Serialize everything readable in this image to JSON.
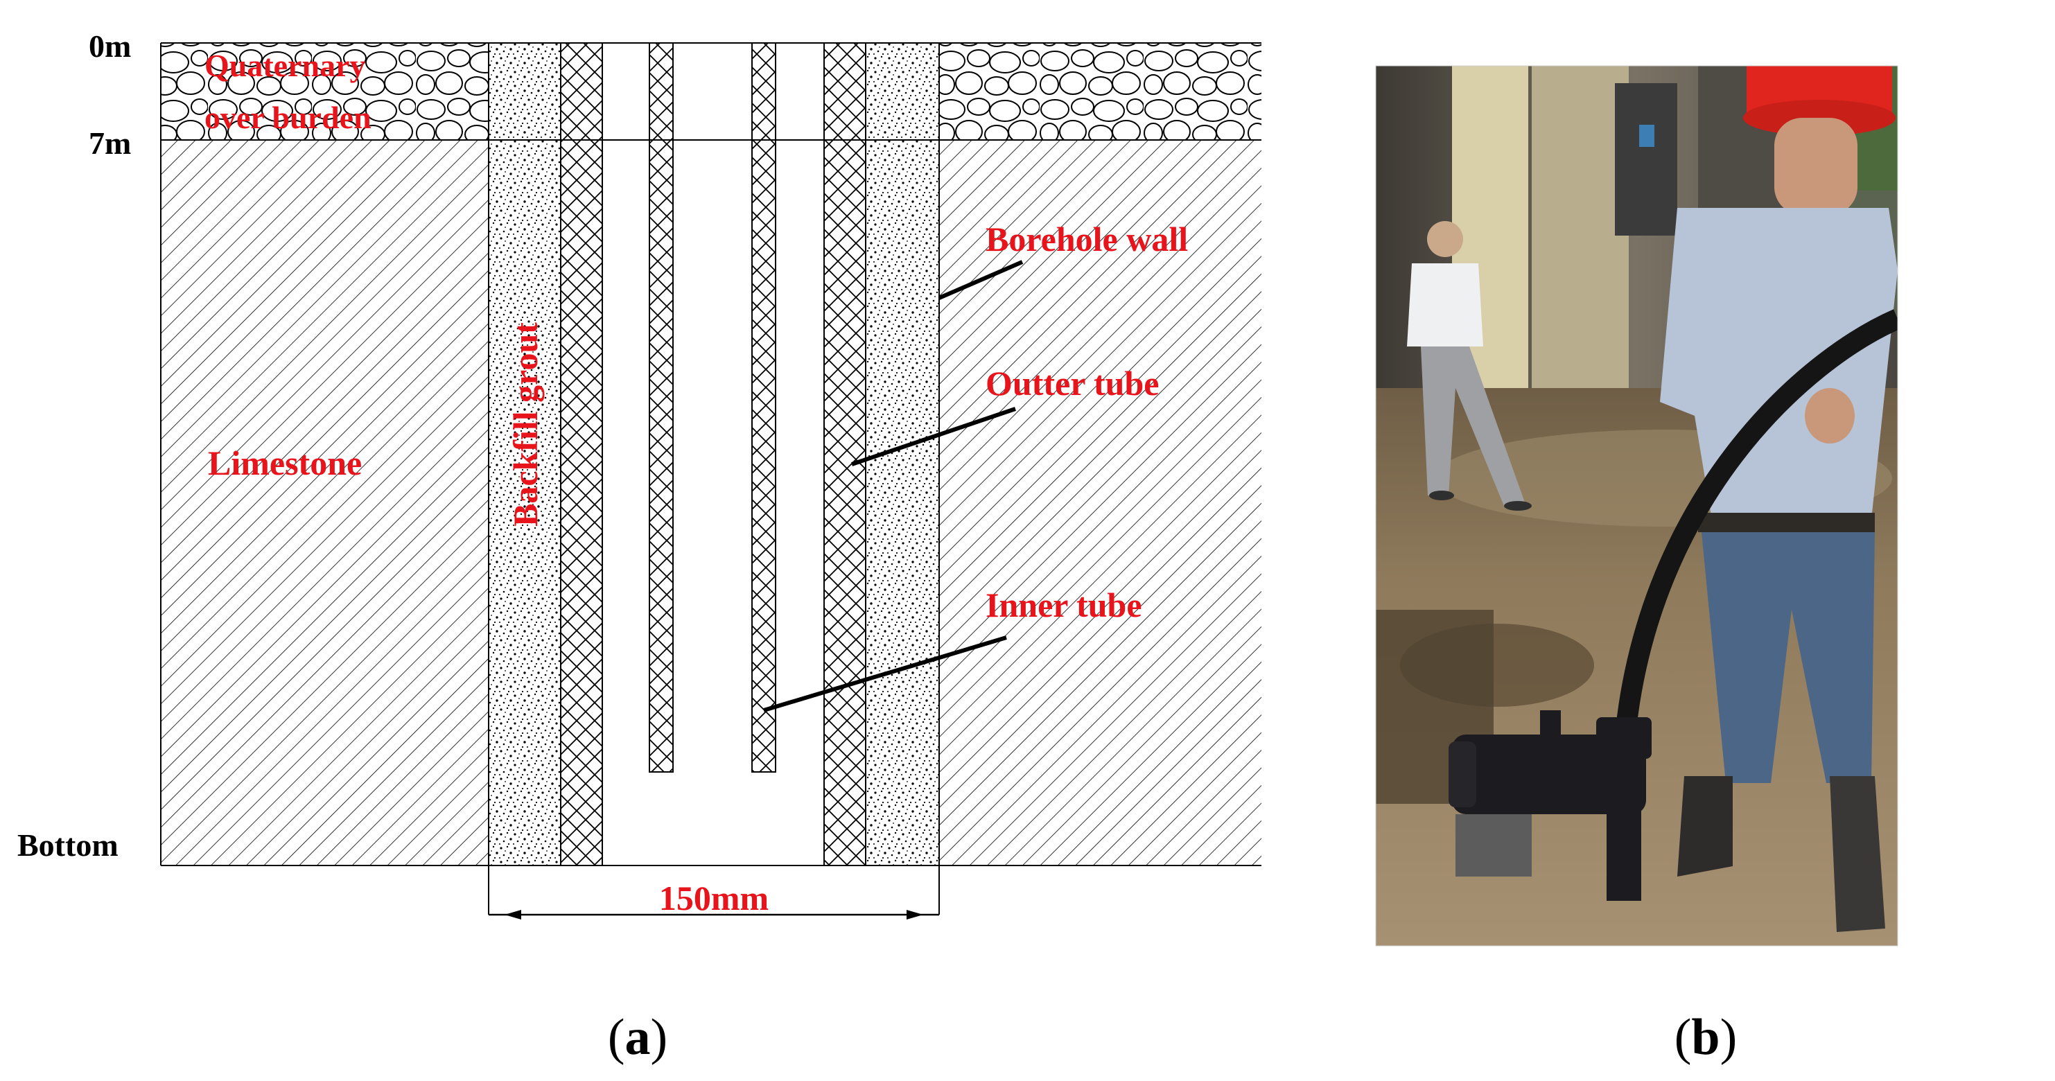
{
  "panel_a": {
    "depth_labels": {
      "top": "0m",
      "overburden_base": "7m",
      "bottom": "Bottom"
    },
    "strata": {
      "overburden_line1": "Quaternary",
      "overburden_line2": "over burden",
      "limestone": "Limestone"
    },
    "callouts": {
      "borehole_wall": "Borehole wall",
      "outer_tube": "Outter tube",
      "inner_tube": "Inner tube",
      "backfill": "Backfill grout"
    },
    "dimension": "150mm",
    "caption_open": "(",
    "caption_letter": "a",
    "caption_close": ")"
  },
  "panel_b": {
    "photo_icon": "photo-worker-installing-borehole-tube",
    "caption_open": "(",
    "caption_letter": "b",
    "caption_close": ")"
  },
  "colors": {
    "label_red": "#e8141b",
    "line": "#000000"
  }
}
